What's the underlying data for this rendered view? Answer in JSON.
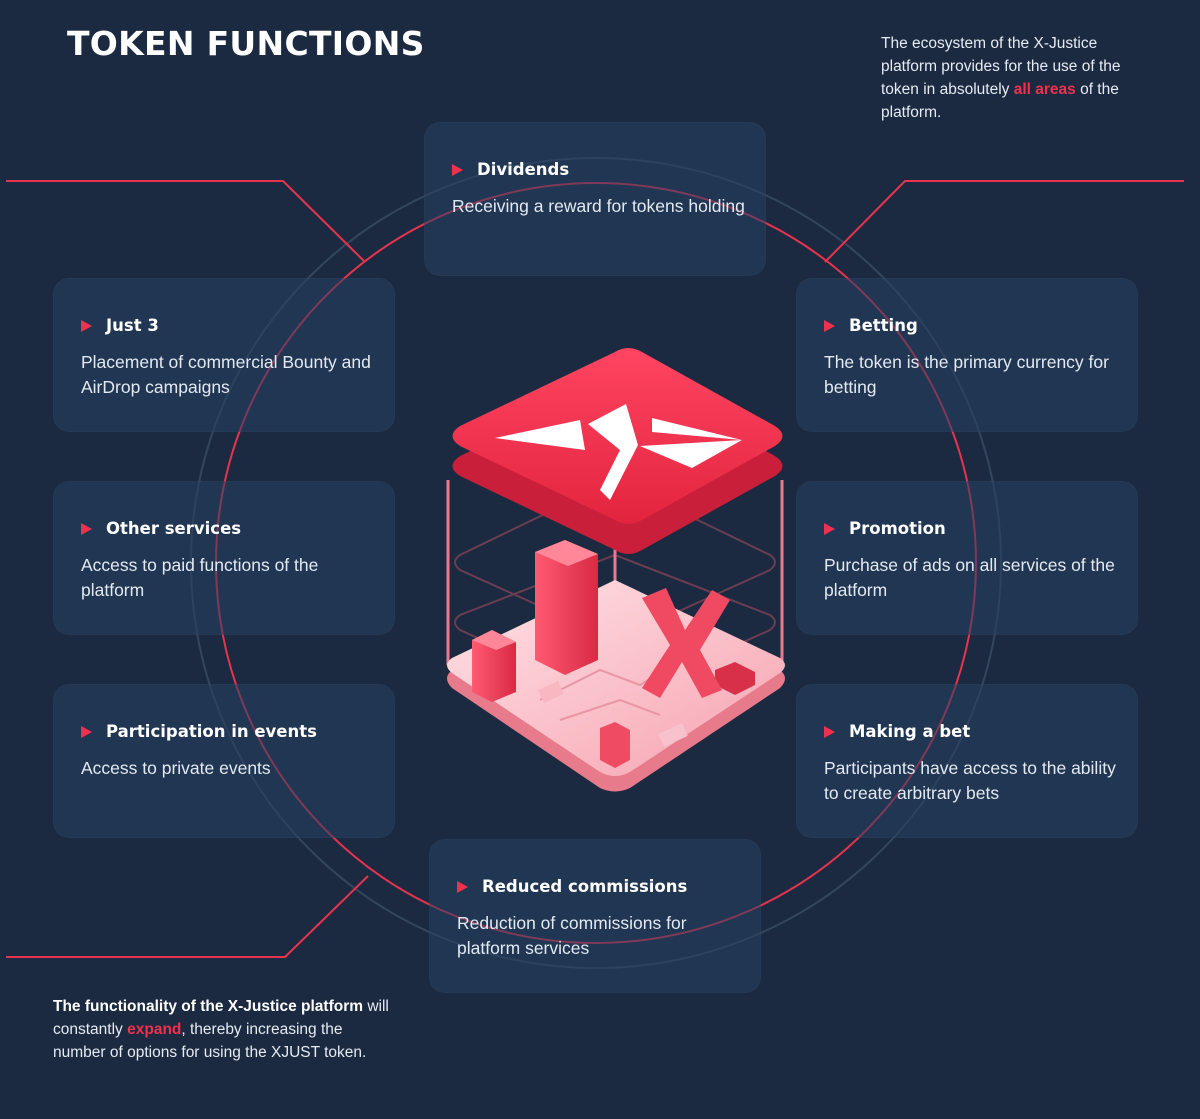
{
  "page_title": "TOKEN FUNCTIONS",
  "intro": {
    "before": "The ecosystem of the X-Justice platform provides for the use of the token in absolutely ",
    "highlight": "all areas",
    "after": " of the platform."
  },
  "cards": [
    {
      "title": "Dividends",
      "desc": "Receiving a reward for tokens holding"
    },
    {
      "title": "Just 3",
      "desc": "Placement of commercial Bounty and AirDrop campaigns"
    },
    {
      "title": "Betting",
      "desc": "The token is the primary currency for betting"
    },
    {
      "title": "Other services",
      "desc": "Access to paid functions of the platform"
    },
    {
      "title": "Promotion",
      "desc": "Purchase of ads on all services of the platform"
    },
    {
      "title": "Participation in events",
      "desc": "Access to private events"
    },
    {
      "title": "Making a bet",
      "desc": "Participants have access to the ability to create arbitrary bets"
    },
    {
      "title": "Reduced commissions",
      "desc": "Reduction of commissions for platform services"
    }
  ],
  "footer": {
    "bold": "The functionality of the X-Justice platform",
    "before": " will constantly ",
    "highlight": "expand",
    "after": ", thereby increasing the number of options for using the XJUST token."
  },
  "colors": {
    "background": "#1b2a40",
    "accent": "#f0304f",
    "card": "#22395a"
  },
  "icons": {
    "card_bullet": "play-arrow-icon",
    "hero": "x-justice-isometric-logo"
  }
}
